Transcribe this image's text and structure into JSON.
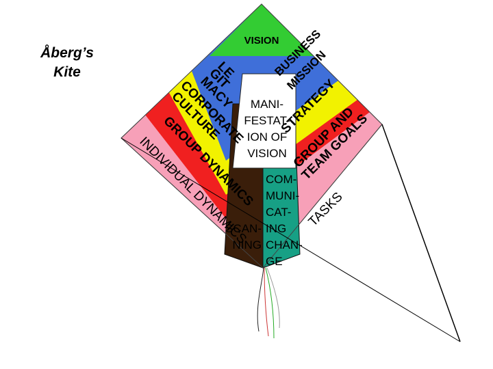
{
  "title": {
    "line1": "Åberg’s",
    "line2": "Kite"
  },
  "layers": {
    "vision": "VISION",
    "legitimacy": [
      "LE",
      "GIT",
      "MACY"
    ],
    "business_mission": [
      "BUSINESS",
      "MISSION"
    ],
    "corporate_culture": [
      "CORPORATE",
      "CULTURE"
    ],
    "strategy": "STRATEGY",
    "group_dynamics": "GROUP DYNAMICS",
    "group_goals": [
      "GROUP AND",
      "TEAM GOALS"
    ],
    "individual_dynamics": "INDIVIDUAL DYNAMICS",
    "tasks": "TASKS"
  },
  "core": {
    "manifestation": [
      "MANI-",
      "FESTAT-",
      "ION OF",
      "VISION"
    ],
    "scanning": [
      "SCAN-",
      "NING"
    ],
    "communicating": [
      "COM-",
      "MUNI-",
      "CAT-",
      "ING",
      "CHAN-",
      "GE"
    ]
  },
  "colors": {
    "vision": "#33cc33",
    "blue": "#3f6fd9",
    "yellow": "#f2f200",
    "red": "#f02020",
    "pink": "#f7a0b8",
    "dark_brown": "#3a1e0a",
    "teal": "#17a085"
  }
}
